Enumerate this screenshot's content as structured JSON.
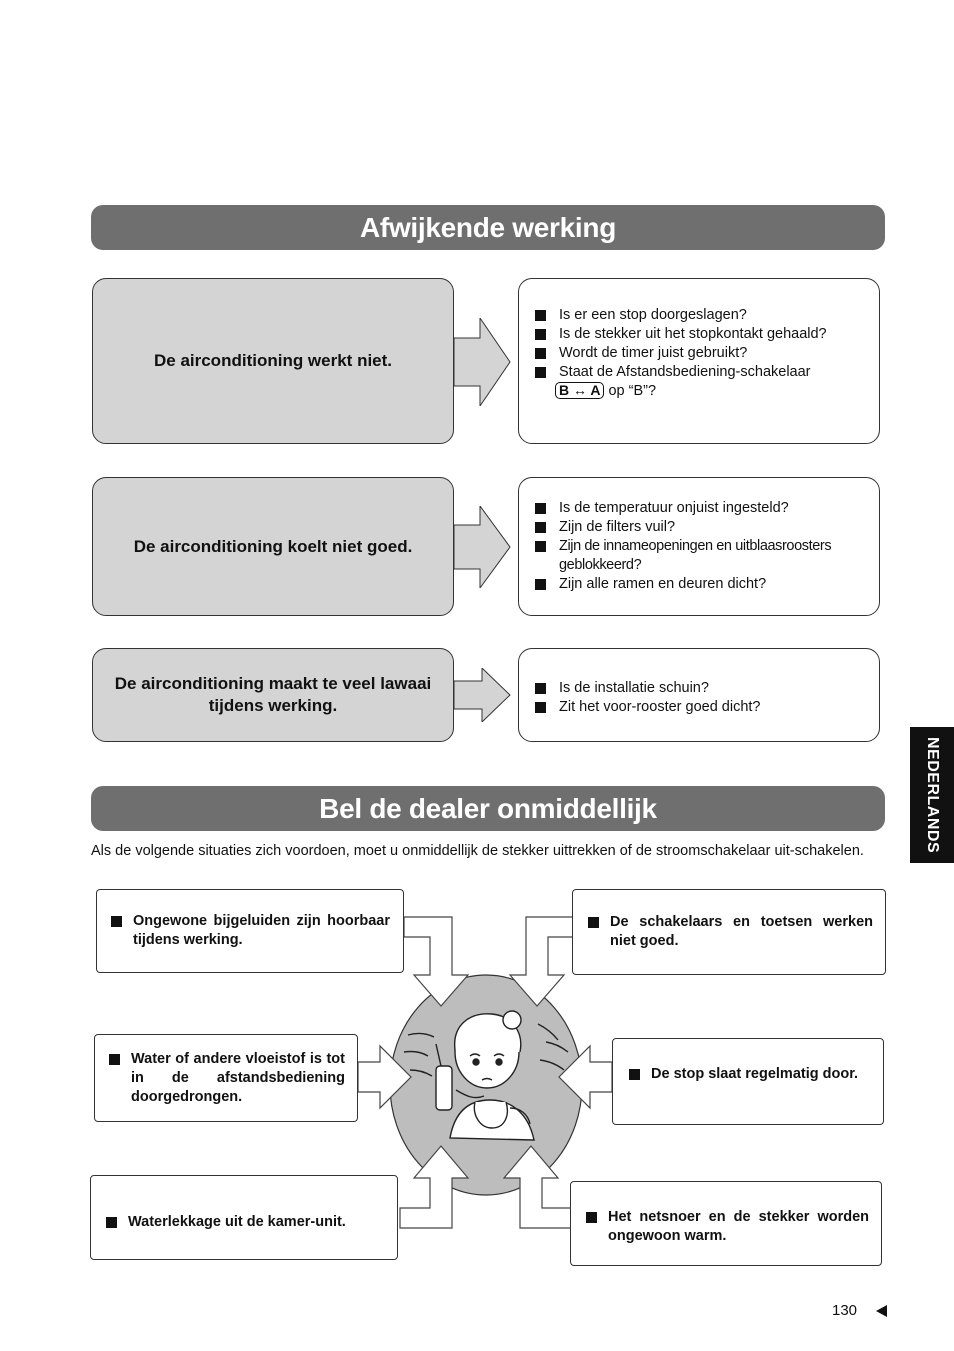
{
  "section1": {
    "title": "Afwijkende werking",
    "rows": [
      {
        "problem": "De airconditioning werkt niet.",
        "checks": [
          "Is er een stop doorgeslagen?",
          "Is de stekker uit het stopkontakt gehaald?",
          "Wordt de timer juist gebruikt?",
          "Staat de Afstandsbediening-schakelaar"
        ],
        "switch_label": "B ↔ A",
        "switch_suffix": "op “B”?"
      },
      {
        "problem": "De airconditioning koelt niet goed.",
        "checks": [
          "Is de temperatuur onjuist ingesteld?",
          "Zijn de filters vuil?",
          "Zijn de innameopeningen en uitblaasroosters geblokkeerd?",
          "Zijn alle ramen en deuren dicht?"
        ]
      },
      {
        "problem": "De airconditioning maakt te veel lawaai tijdens werking.",
        "checks": [
          "Is de installatie schuin?",
          "Zit het voor-rooster goed dicht?"
        ]
      }
    ]
  },
  "section2": {
    "title": "Bel de dealer onmiddellijk",
    "intro": "Als de volgende situaties zich voordoen, moet u onmiddellijk de stekker uittrekken of de stroomschakelaar uit-schakelen.",
    "items": [
      "Ongewone bijgeluiden zijn hoorbaar tijdens werking.",
      "De schakelaars en toetsen werken niet goed.",
      "Water of andere vloeistof is tot in de afstandsbediening doorgedrongen.",
      "De stop slaat regelmatig door.",
      "Waterlekkage uit de kamer-unit.",
      "Het netsnoer en de stekker worden ongewoon warm."
    ]
  },
  "side_tab": "NEDERLANDS",
  "page_number": "130",
  "colors": {
    "banner": "#6f6f6f",
    "problem_fill": "#d4d4d4",
    "illustration_bg": "#bdbdbd"
  }
}
